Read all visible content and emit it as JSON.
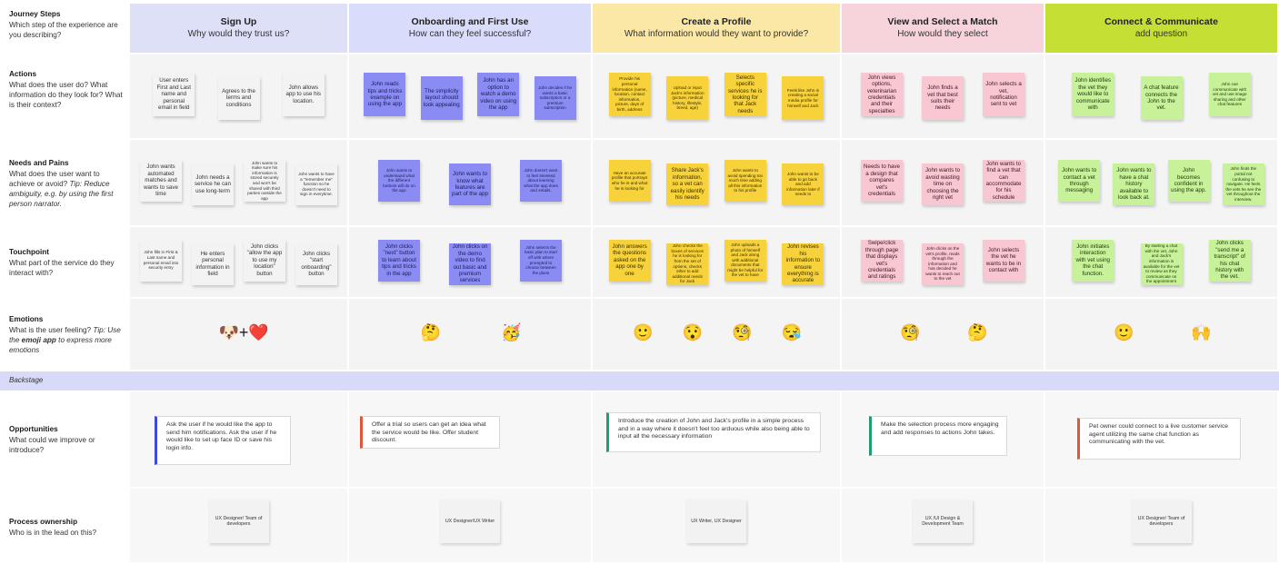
{
  "rows": {
    "journey": {
      "title": "Journey Steps",
      "desc": "Which step of the experience are you describing?"
    },
    "actions": {
      "title": "Actions",
      "desc": "What does the user do? What information do they look for? What is their context?"
    },
    "needs": {
      "title": "Needs and Pains",
      "desc": "What does the user want to achieve or avoid?",
      "tip_a": "Tip: Reduce ambiguity, e.g. by using the first person narrator."
    },
    "touchpoint": {
      "title": "Touchpoint",
      "desc": "What part of the service do they interact with?"
    },
    "emotions": {
      "title": "Emotions",
      "desc": "What is the user feeling? ",
      "tip_a": "Tip: Use the ",
      "tip_b": "emoji app",
      "tip_c": " to express more emotions"
    },
    "backstage": {
      "title": "Backstage"
    },
    "opportunities": {
      "title": "Opportunities",
      "desc": "What could we improve or introduce?"
    },
    "ownership": {
      "title": "Process ownership",
      "desc": "Who is in the lead on this?"
    }
  },
  "phases": [
    {
      "title": "Sign Up",
      "subtitle": "Why would they trust us?",
      "color": "#dde0f7"
    },
    {
      "title": "Onboarding and First Use",
      "subtitle": "How can they feel successful?",
      "color": "#d9dcfa"
    },
    {
      "title": "Create a Profile",
      "subtitle": "What information would they want to provide?",
      "color": "#fbe7a6"
    },
    {
      "title": "View and Select a Match",
      "subtitle": "How would they select",
      "color": "#f7d3dc"
    },
    {
      "title": "Connect & Communicate",
      "subtitle": "add question",
      "color": "#c6df34"
    }
  ],
  "actions": [
    [
      "User enters First and Last name and personal email in field",
      "Agrees to the terms and conditions",
      "John allows app to use his location."
    ],
    [
      "John reads tips and tricks example on using the app",
      "The simplicity layout should look appealing",
      "John has an option to watch a demo video on using the app",
      "John decides if he wants a basic subscription or a premium subscription"
    ],
    [
      "Provide his personal information (name, location, contact information, picture, days of birth, address",
      "Upload or input Jack's information (picture, medical history, lifestyle, breed, age)",
      "Selects specific services he is looking for that Jack needs",
      "Feels like John is creating a social media profile for himself and Jack"
    ],
    [
      "John views options, veterinarian credentials and their specialties",
      "John finds a vet that best suits their needs",
      "John selects a vet, notification sent to vet"
    ],
    [
      "John identifies the vet they would like to communicate with",
      "A chat feature connects the John to the vet.",
      "John can communicate with vet and use image sharing and other chat features"
    ]
  ],
  "needs": [
    [
      "John wants automated matches and wants to save time",
      "John needs a service he can use long-term",
      "John wants to make sure his information is stored securely and won't be shared with third parties outside the app",
      "John wants to have a \"remember me\" function so he doesn't need to sign in everytime."
    ],
    [
      "John wants to understand what the different buttons will do on the app",
      "John wants to know what features are part of the app",
      "John doesn't want to feel stressed about learning what the app does and entails."
    ],
    [
      "Have an accurate profile that portrays who he is and what he is looking for",
      "Share Jack's information, so a vet can easily identify his needs",
      "John wants to avoid spending too much time adding all this information to his profile",
      "John wants to be able to go back and add information later if needs to"
    ],
    [
      "Needs to have a design that compares vet's credentials",
      "John wants to avoid wasting time on choosing the right vet",
      "John wants to find a vet that can accommodate for his schedule"
    ],
    [
      "John wants to contact a vet through messaging",
      "John wants to have a chat history available to look back at.",
      "John becomes confident in using the app.",
      "John finds the portal not confusing to navigate. He feels the vets he see the vet throughout the interview."
    ]
  ],
  "touchpoints": [
    [
      "John fills in First & Last name and personal email into security entry",
      "He enters personal information in field",
      "John clicks \"allow the app to use my location\" button",
      "John clicks \"start onboarding\" button"
    ],
    [
      "John clicks \"next\" button to learn about tips and tricks in the app",
      "John clicks on the demo video to find out basic and premium services",
      "John selects the basic plan to start off with where prompted to choose between the plans"
    ],
    [
      "John answers the questions asked on the app one by one",
      "John checks the boxes of services he is looking for from the set of options, checks other to add additional needs for Jack",
      "John uploads a photo of himself and Jack along with additional documents that might be helpful for the vet to have",
      "John revises his information to ensure everything is accurate"
    ],
    [
      "Swipe/click through page that displays vet's credentials and ratings",
      "John clicks on the vet's profile, reads through the information and has decided he wants to reach out to the vet",
      "John selects the vet he wants to be in contact with"
    ],
    [
      "John initiates interaction with vet using the chat function.",
      "By starting a chat with the vet, John and Jack's information is available for the vet to review as they communicate on the appointment",
      "John clicks \"send me a transcript\" of his chat history with the vet."
    ]
  ],
  "emotions": [
    [
      "🐶+❤️"
    ],
    [
      "🤔",
      "🥳"
    ],
    [
      "🙂",
      "😯",
      "🧐",
      "😪"
    ],
    [
      "🧐",
      "🤔"
    ],
    [
      "🙂",
      "🙌"
    ]
  ],
  "opportunities": [
    {
      "text": "Ask the user if he would like the app to send him notifications. Ask the user if he would like to set up face ID or save his login info.",
      "accent": "#3f4bd6"
    },
    {
      "text": "Offer a trial so users can get an idea what the service would be like. Offer student discount.",
      "accent": "#e0583a"
    },
    {
      "text": "Introduce the creation of John and Jack's profile in a simple process and in a way where it doesn't feel too arduous while also being able to input all the necessary information",
      "accent": "#1f9e70"
    },
    {
      "text": "Make the selection process more engaging and add responses to actions John takes.",
      "accent": "#1f9e70"
    },
    {
      "text": "Pet owner could connect to a live customer service agent utilizing the same chat function as communicating with the vet.",
      "accent": "#e0583a"
    }
  ],
  "ownership": [
    "UX Designer/ Team of developers",
    "UX Designer/UX Writer",
    "UX Writer, UX Designer",
    "UX /UI Design & Development Team",
    "UX Designer/ Team of developers"
  ]
}
